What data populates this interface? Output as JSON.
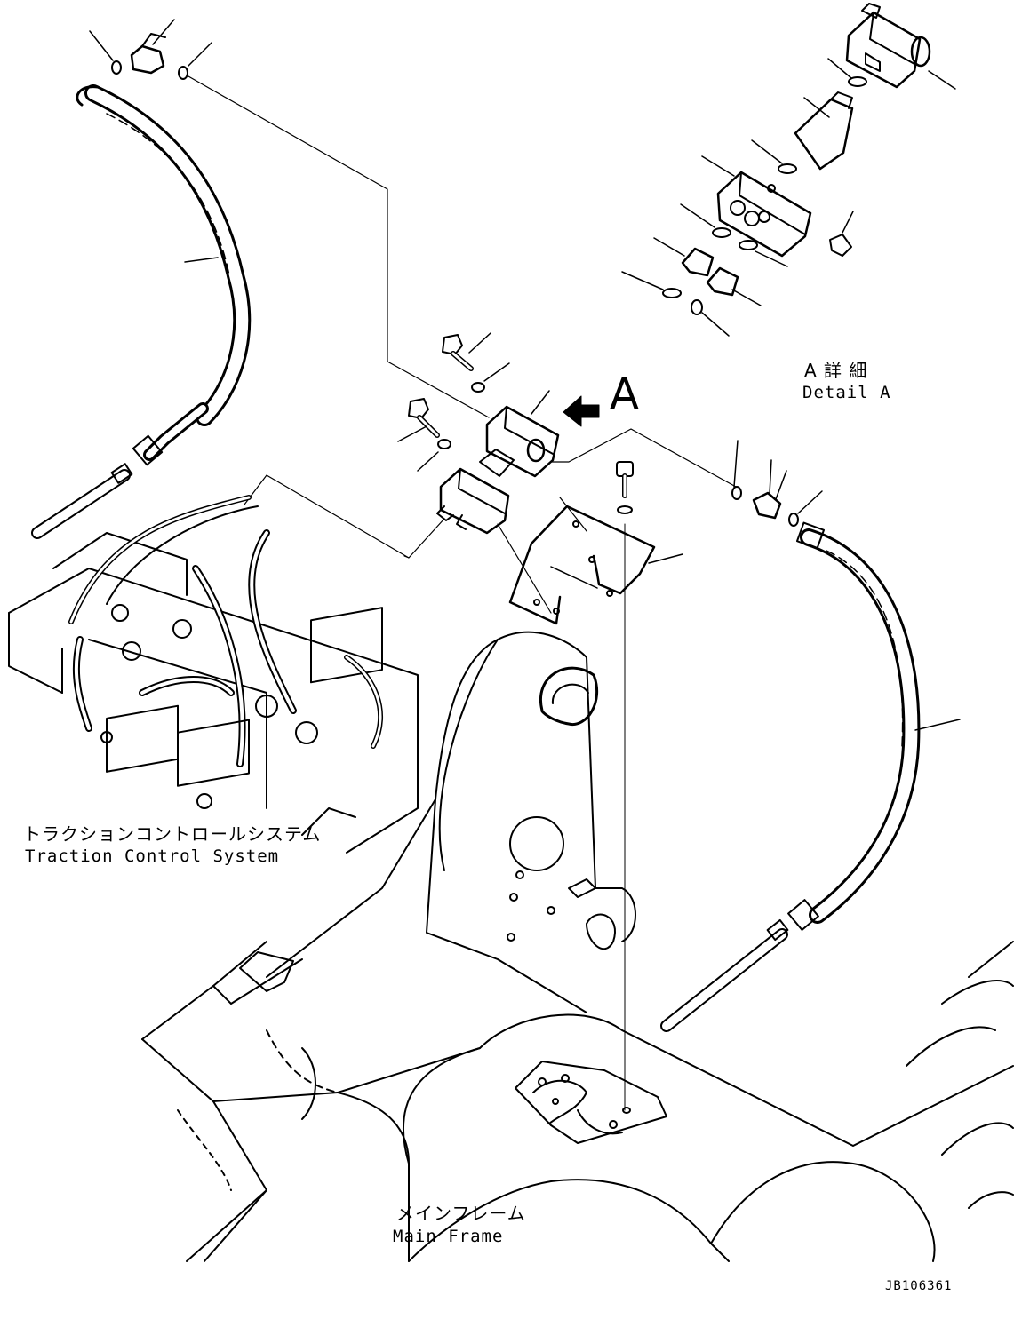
{
  "labels": {
    "detail_jp": "A 詳 細",
    "detail_en": "Detail A",
    "callout_letter": "A",
    "traction_jp": "トラクションコントロールシステム",
    "traction_en": "Traction Control System",
    "frame_jp": "メインフレーム",
    "frame_en": "Main Frame",
    "drawing_number": "JB106361"
  },
  "icons": [
    "view-arrow-icon"
  ],
  "colors": {
    "ink": "#000000",
    "paper": "#ffffff"
  }
}
